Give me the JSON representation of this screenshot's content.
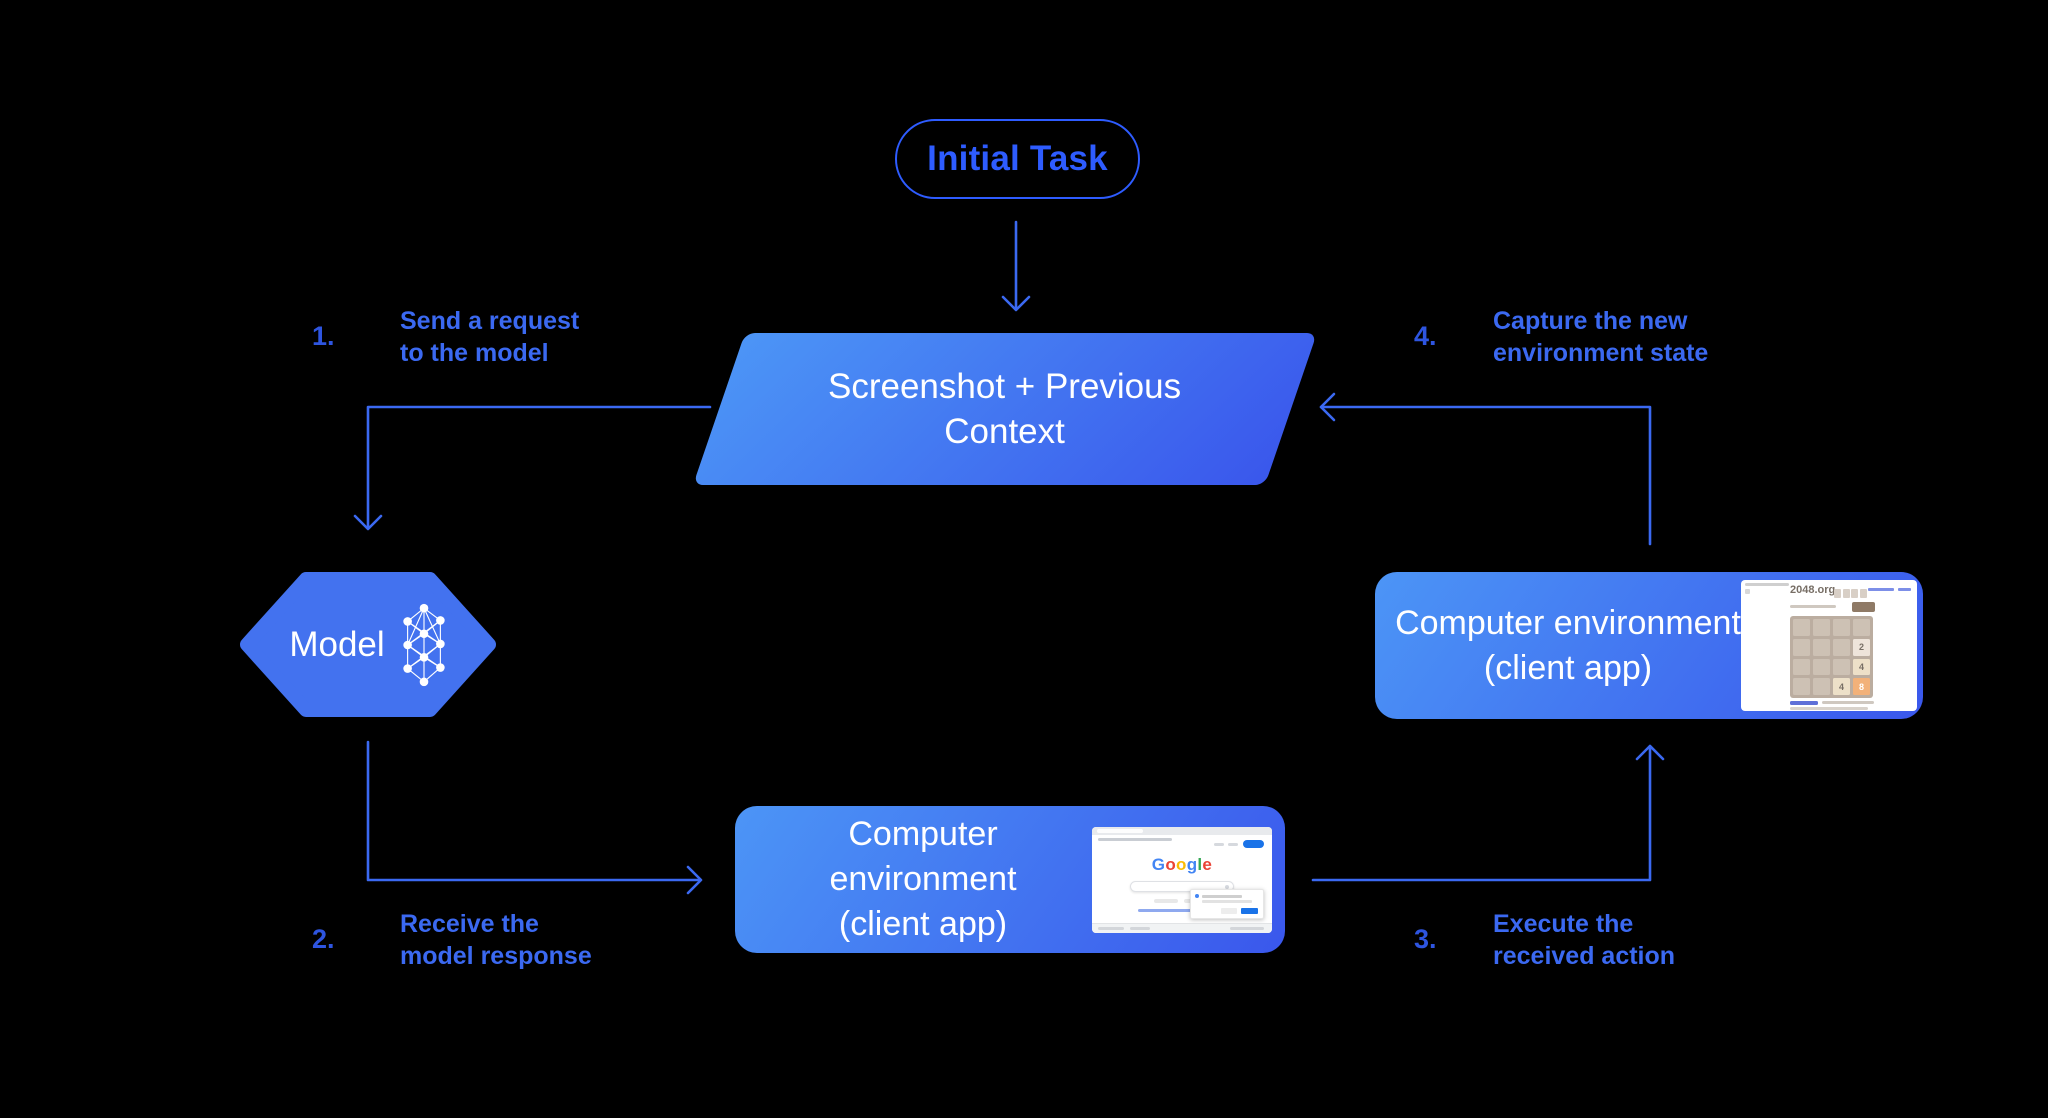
{
  "colors": {
    "bg": "#000000",
    "accent": "#3B69F1",
    "num": "#2E55E0",
    "pill": "#2E5CFF",
    "grad-light": "#4C95F6",
    "grad-dark": "#3A57EC",
    "hexagon": "#4372EF"
  },
  "initial_task": {
    "label": "Initial Task"
  },
  "screenshot_context": {
    "line1": "Screenshot + Previous",
    "line2": "Context"
  },
  "model": {
    "label": "Model",
    "icon": "neural-network"
  },
  "env_bottom": {
    "line1": "Computer environment",
    "line2": "(client app)"
  },
  "env_right": {
    "line1": "Computer environment",
    "line2": "(client app)"
  },
  "steps": [
    {
      "num": "1.",
      "line1": "Send a request",
      "line2": "to the model"
    },
    {
      "num": "2.",
      "line1": "Receive the",
      "line2": "model response"
    },
    {
      "num": "3.",
      "line1": "Execute the",
      "line2": "received action"
    },
    {
      "num": "4.",
      "line1": "Capture the new",
      "line2": "environment state"
    }
  ],
  "google_thumb": {
    "letters": [
      {
        "ch": "G",
        "color": "#4285F4"
      },
      {
        "ch": "o",
        "color": "#EA4335"
      },
      {
        "ch": "o",
        "color": "#FBBC05"
      },
      {
        "ch": "g",
        "color": "#4285F4"
      },
      {
        "ch": "l",
        "color": "#34A853"
      },
      {
        "ch": "e",
        "color": "#EA4335"
      }
    ]
  },
  "game_thumb": {
    "title": "2048.org",
    "tiles": [
      {
        "value": "2"
      },
      {
        "value": "4"
      },
      {
        "value": "4"
      },
      {
        "value": "8"
      }
    ]
  }
}
